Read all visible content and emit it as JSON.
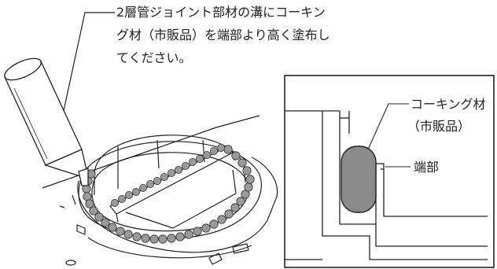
{
  "instruction": {
    "line1": "2層管ジョイント部材の溝にコーキン",
    "line2": "グ材（市販品）を端部より高く塗布し",
    "line3": "てください。"
  },
  "detail": {
    "caulk_label_line1": "コーキング材",
    "caulk_label_line2": "（市販品）",
    "edge_label": "端部"
  },
  "colors": {
    "line": "#222222",
    "caulk_fill": "#8a8a8a",
    "caulk_bead": "#9a9a9a",
    "background": "#ffffff"
  }
}
